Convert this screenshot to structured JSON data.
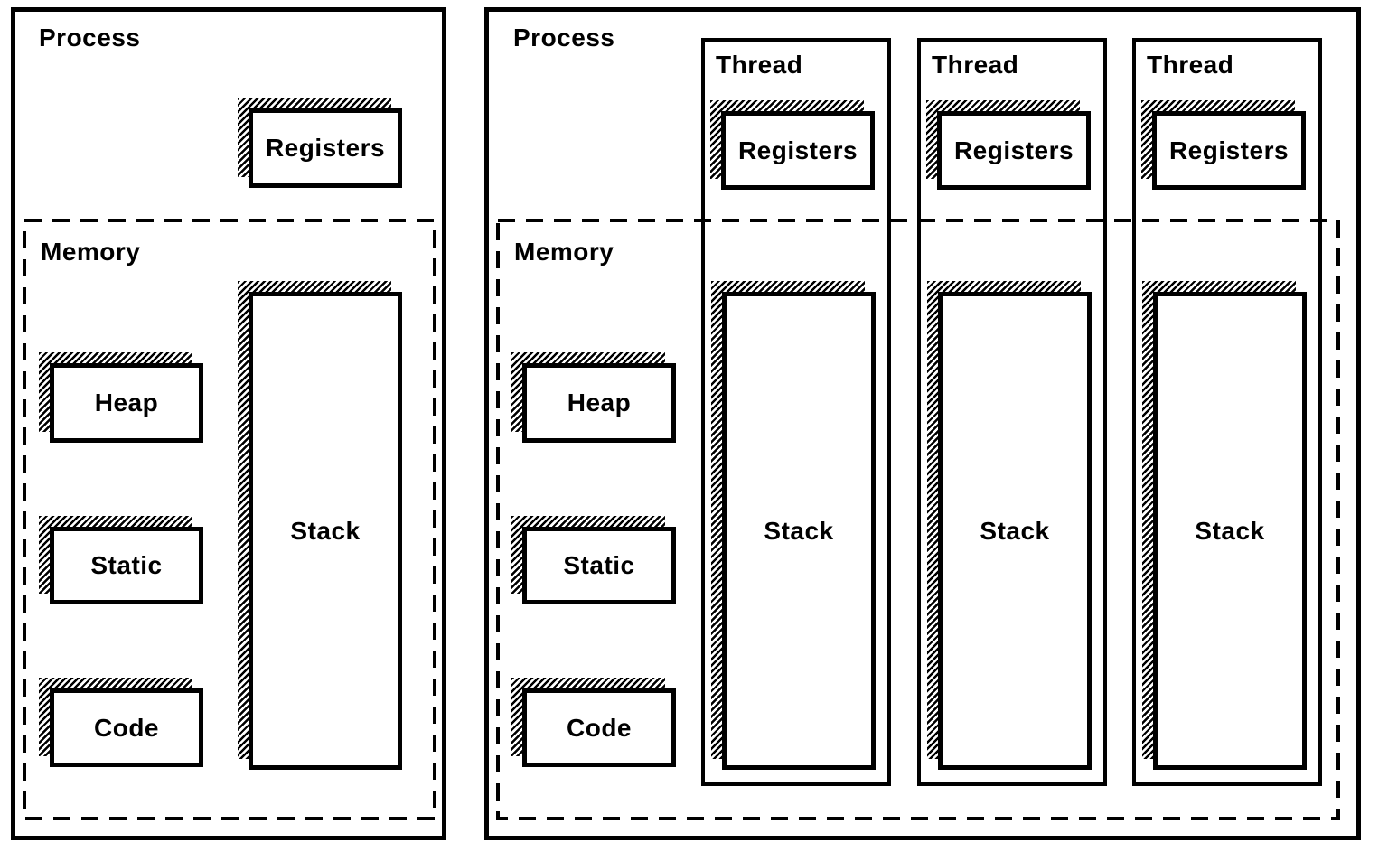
{
  "colors": {
    "ink": "#000000",
    "paper": "#ffffff"
  },
  "left_process": {
    "label": "Process",
    "registers_label": "Registers",
    "memory": {
      "label": "Memory",
      "heap_label": "Heap",
      "static_label": "Static",
      "code_label": "Code",
      "stack_label": "Stack"
    }
  },
  "right_process": {
    "label": "Process",
    "memory": {
      "label": "Memory",
      "heap_label": "Heap",
      "static_label": "Static",
      "code_label": "Code"
    },
    "threads": [
      {
        "label": "Thread",
        "registers_label": "Registers",
        "stack_label": "Stack"
      },
      {
        "label": "Thread",
        "registers_label": "Registers",
        "stack_label": "Stack"
      },
      {
        "label": "Thread",
        "registers_label": "Registers",
        "stack_label": "Stack"
      }
    ]
  }
}
